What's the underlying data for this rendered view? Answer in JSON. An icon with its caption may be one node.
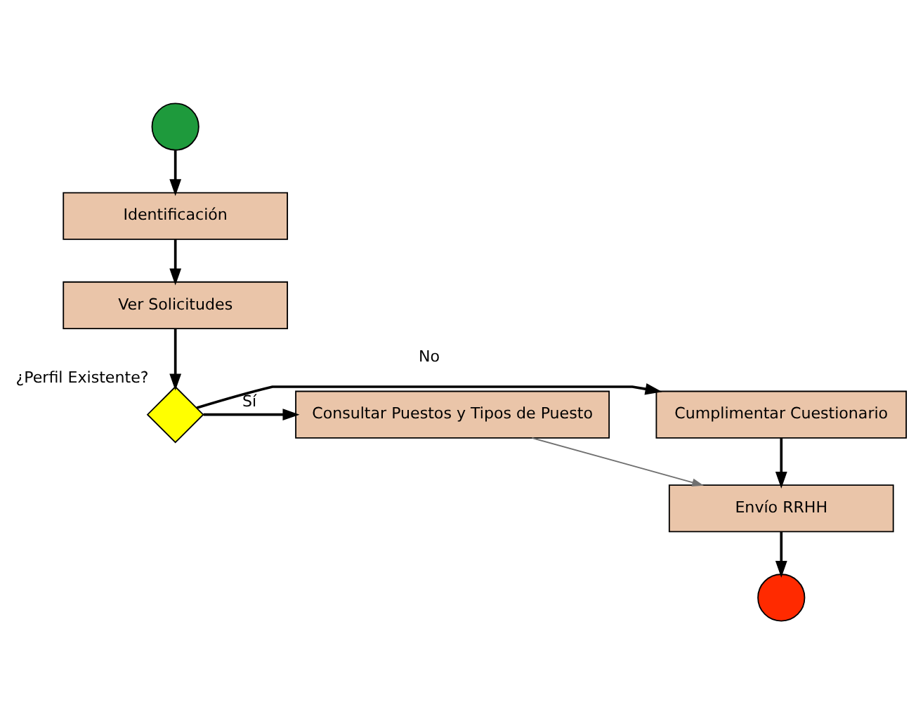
{
  "diagram": {
    "nodes": [
      {
        "text": [],
        "shape": "circle"
      },
      {
        "text": [
          "Identificación"
        ]
      },
      {
        "text": [
          "Ver Solicitudes"
        ]
      },
      {
        "text": [],
        "shape": "diamond",
        "beside": [
          "¿Perfil Existente?"
        ]
      },
      {
        "text": [
          "Cumplimentar Cuestionario"
        ]
      },
      {
        "text": [
          "Consultar Puestos y Tipos de Puesto"
        ]
      },
      {
        "text": [
          "Envío RRHH"
        ]
      },
      {
        "text": [],
        "shape": "circle"
      }
    ],
    "edges": [
      {
        "from": 0,
        "to": 1,
        "arrow": "to"
      },
      {
        "from": 1,
        "to": 2,
        "arrow": "to"
      },
      {
        "from": 2,
        "to": 3,
        "arrow": "to"
      },
      {
        "from": 3,
        "to": 4,
        "arrow": "to",
        "label": "No"
      },
      {
        "from": 3,
        "to": 5,
        "arrow": "to",
        "label": "Sí"
      },
      {
        "from": 4,
        "to": 6,
        "arrow": "to"
      },
      {
        "from": 5,
        "to": 6,
        "arrow": "to",
        "color": "#707070"
      },
      {
        "from": 6,
        "to": 7,
        "arrow": "to"
      }
    ]
  }
}
